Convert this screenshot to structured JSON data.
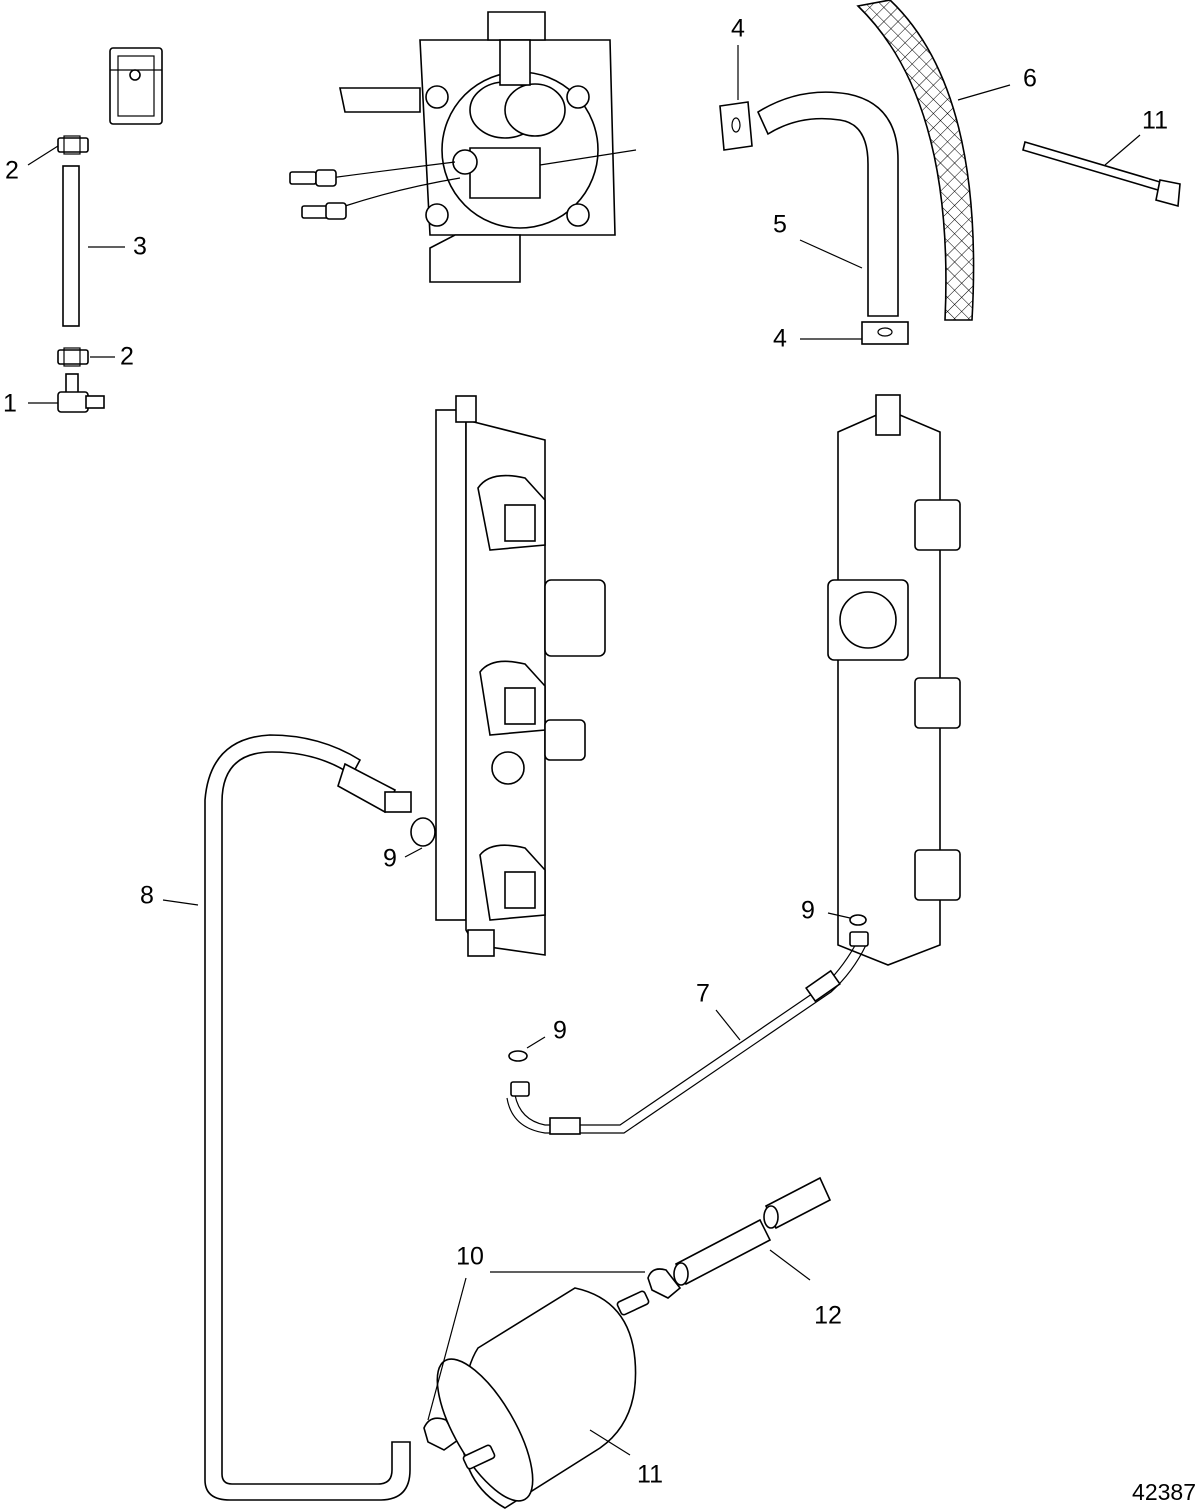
{
  "figure_id": "42387",
  "callouts": [
    {
      "id": "c1",
      "label": "1"
    },
    {
      "id": "c2a",
      "label": "2"
    },
    {
      "id": "c2b",
      "label": "2"
    },
    {
      "id": "c3",
      "label": "3"
    },
    {
      "id": "c4a",
      "label": "4"
    },
    {
      "id": "c4b",
      "label": "4"
    },
    {
      "id": "c5",
      "label": "5"
    },
    {
      "id": "c6",
      "label": "6"
    },
    {
      "id": "c7",
      "label": "7"
    },
    {
      "id": "c8",
      "label": "8"
    },
    {
      "id": "c9a",
      "label": "9"
    },
    {
      "id": "c9b",
      "label": "9"
    },
    {
      "id": "c9c",
      "label": "9"
    },
    {
      "id": "c10",
      "label": "10"
    },
    {
      "id": "c11a",
      "label": "11"
    },
    {
      "id": "c11b",
      "label": "11"
    },
    {
      "id": "c12",
      "label": "12"
    }
  ]
}
